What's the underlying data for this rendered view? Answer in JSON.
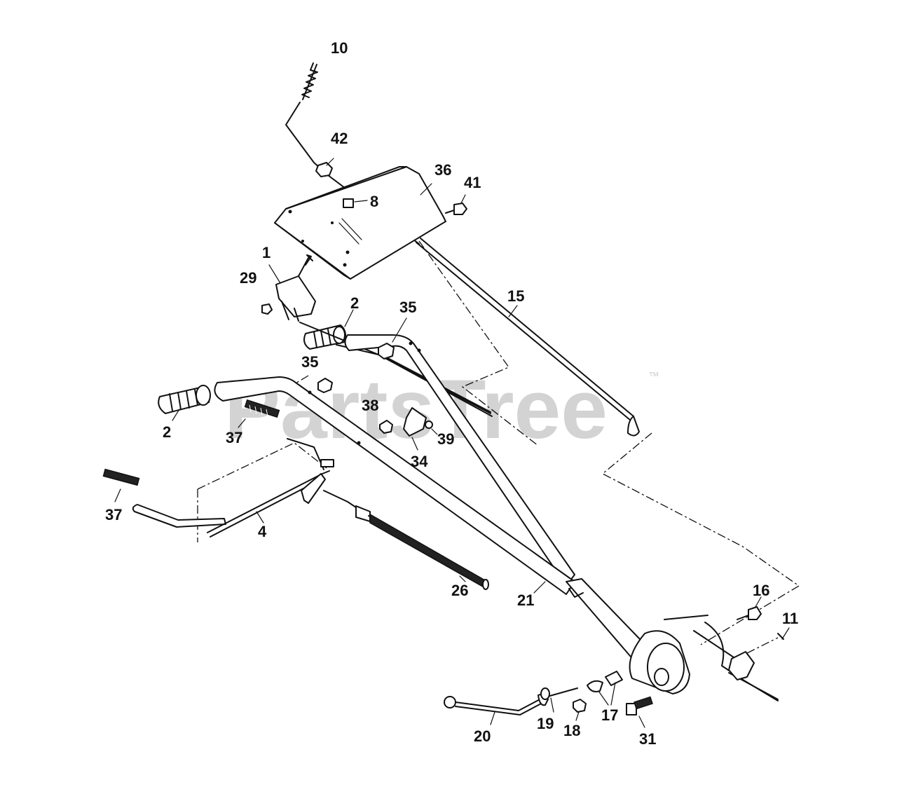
{
  "watermark": {
    "text": "PartsTree",
    "mark": "™"
  },
  "callouts": {
    "p10": "10",
    "p42": "42",
    "p36": "36",
    "p41": "41",
    "p8": "8",
    "p1": "1",
    "p29": "29",
    "p2a": "2",
    "p35a": "35",
    "p15": "15",
    "p35b": "35",
    "p2b": "2",
    "p37a": "37",
    "p38": "38",
    "p39": "39",
    "p34": "34",
    "p37b": "37",
    "p4": "4",
    "p26": "26",
    "p21": "21",
    "p16": "16",
    "p11": "11",
    "p20": "20",
    "p19": "19",
    "p18": "18",
    "p17": "17",
    "p31": "31"
  }
}
